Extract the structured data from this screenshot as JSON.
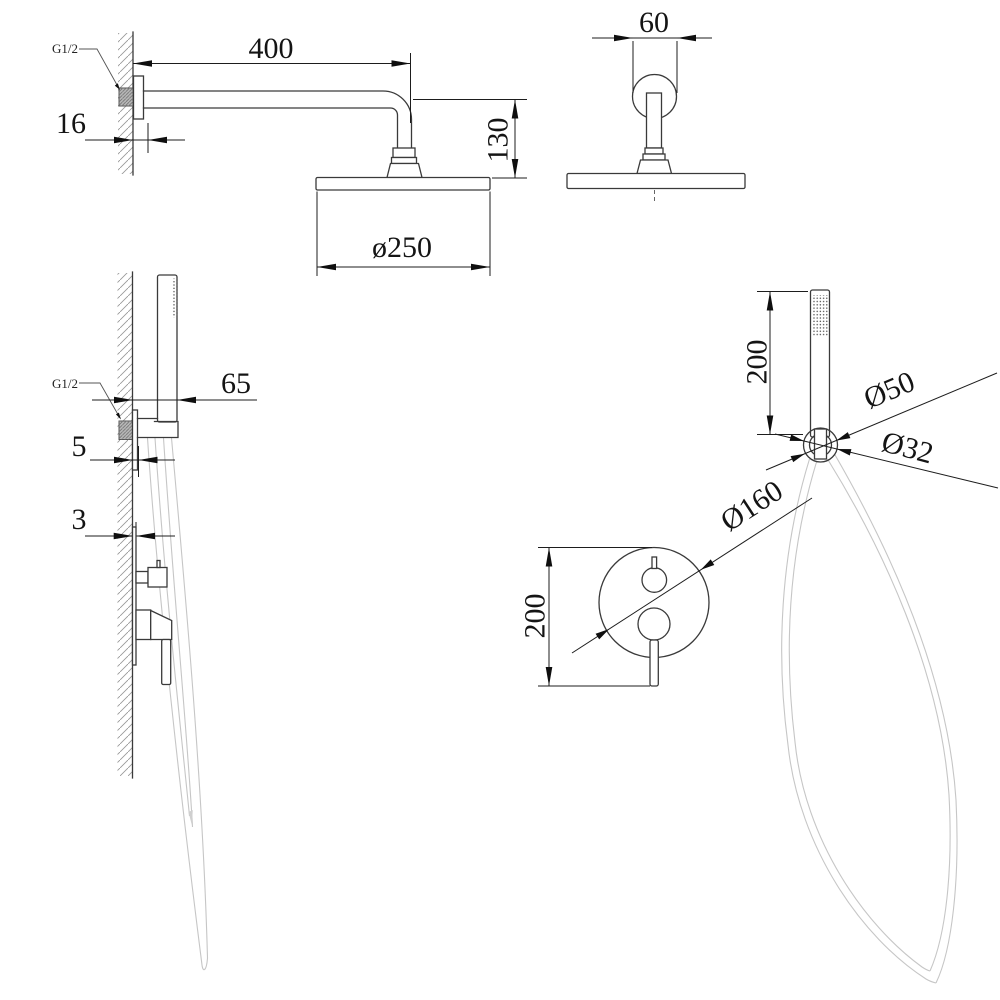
{
  "drawing": {
    "labels": {
      "thread_top": "G1/2",
      "thread_hand": "G1/2"
    },
    "dims": {
      "arm_length": "400",
      "flange_thickness": "16",
      "head_drop": "130",
      "head_diameter": "ø250",
      "flange_width": "60",
      "holder_depth": "65",
      "bracket_plate": "5",
      "valve_plate": "3",
      "handset_length": "200",
      "holder_outer": "Ø50",
      "holder_inner": "Ø32",
      "valve_height": "200",
      "valve_diameter": "Ø160"
    }
  }
}
